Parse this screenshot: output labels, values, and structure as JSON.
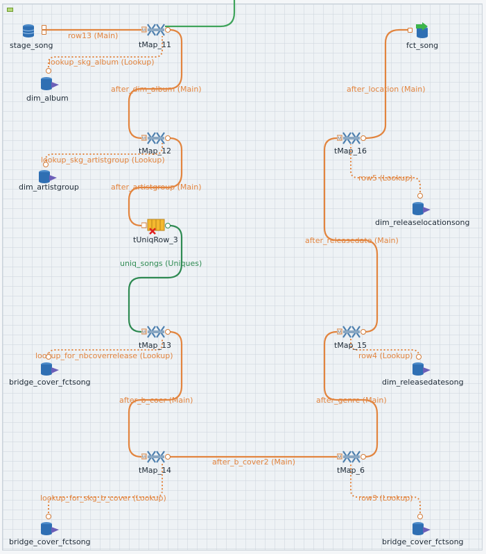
{
  "components": {
    "stage_song": "stage_song",
    "dim_album": "dim_album",
    "dim_artistgroup": "dim_artistgroup",
    "tmap_11": "tMap_11",
    "tmap_12": "tMap_12",
    "tuniqrow_3": "tUniqRow_3",
    "tmap_13": "tMap_13",
    "bridge_cover_1": "bridge_cover_fctsong",
    "tmap_14": "tMap_14",
    "bridge_cover_2": "bridge_cover_fctsong",
    "tmap_6": "tMap_6",
    "bridge_cover_3": "bridge_cover_fctsong",
    "tmap_15": "tMap_15",
    "dim_releasedatesong": "dim_releasedatesong",
    "tmap_16": "tMap_16",
    "dim_releaselocationsong": "dim_releaselocationsong",
    "fct_song": "fct_song"
  },
  "links": {
    "row13": "row13 (Main)",
    "lookup_skg_album": "lookup_skg_album (Lookup)",
    "after_dim_album": "after_dim_album (Main)",
    "lookup_skg_artistgroup": "lookup_skg_artistgroup (Lookup)",
    "after_artistgroup": "after_artistgroup (Main)",
    "uniq_songs": "uniq_songs (Uniques)",
    "lookup_for_nbcoverrelease": "lookup_for_nbcoverrelease (Lookup)",
    "after_b_coer": "after_b_coer (Main)",
    "lookup_for_skg_b_cover": "lookup_for_skg_b_cover (Lookup)",
    "after_b_cover2": "after_b_cover2 (Main)",
    "row3": "row3 (Lookup)",
    "after_genre": "after_genre (Main)",
    "row4": "row4 (Lookup)",
    "after_releasedate": "after_releasedate (Main)",
    "row5": "row5 (Lookup)",
    "after_location": "after_location (Main)"
  },
  "colors": {
    "main_link": "#e2843e",
    "uniques_link": "#2e8a52",
    "db_icon": "#2f6fb3",
    "output_arrow": "#3cb54a"
  }
}
